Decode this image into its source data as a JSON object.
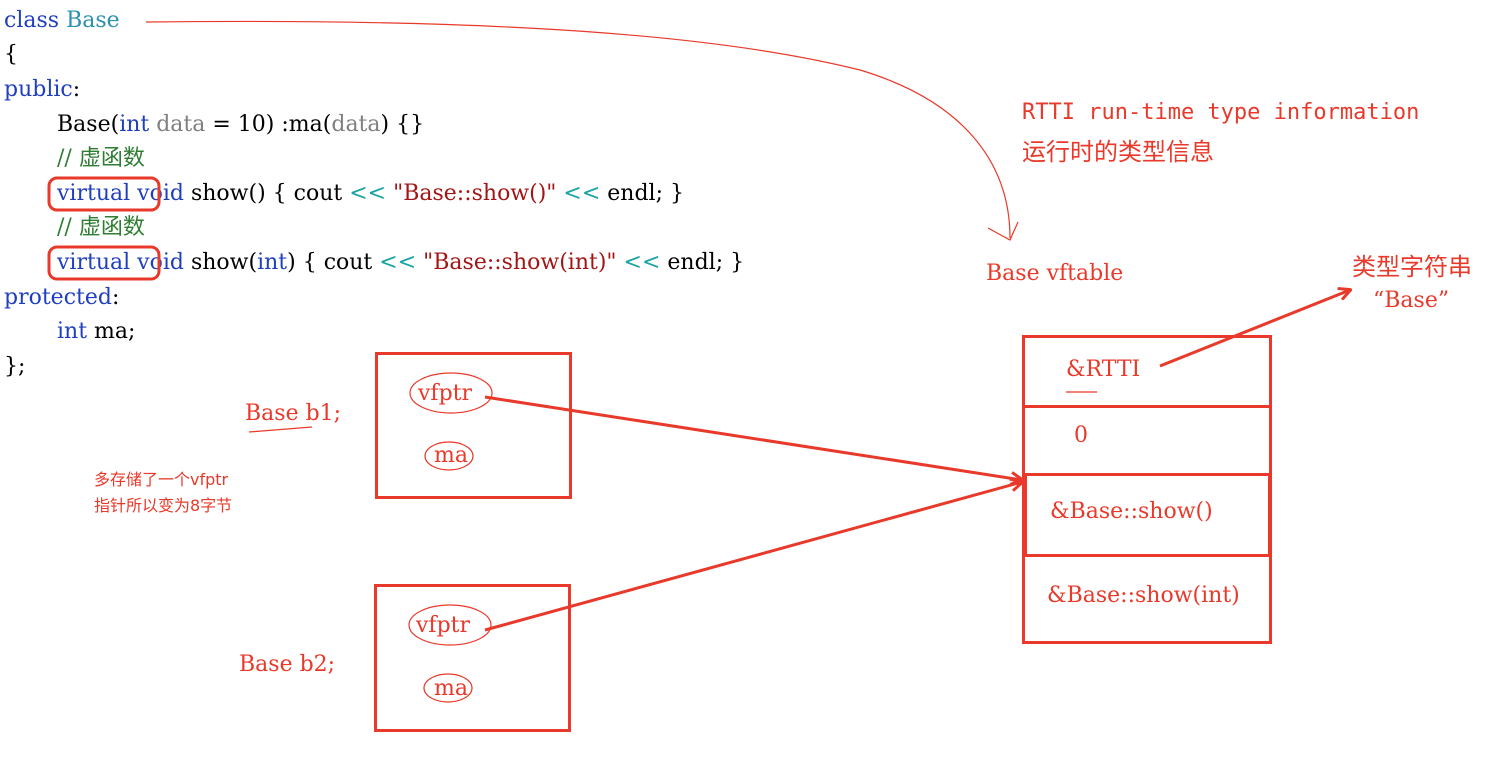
{
  "code": {
    "line1": {
      "kw": "class",
      "name": "Base"
    },
    "line2": "{",
    "line3": {
      "kw": "public",
      "rest": ":"
    },
    "line4": {
      "pre": "Base(",
      "type": "int",
      "param": " data",
      "mid": " = 10) :ma(",
      "arg": "data",
      "post": ") {}"
    },
    "line5": "// 虚函数",
    "line6": {
      "virt": "virtual",
      "type": " void",
      "fn": " show() { cout ",
      "op1": "<<",
      "str": " \"Base::show()\" ",
      "op2": "<<",
      "end": " endl; }"
    },
    "line7": "// 虚函数",
    "line8": {
      "virt": "virtual",
      "type": " void",
      "fn": " show(",
      "type2": "int",
      "fn2": ") { cout ",
      "op1": "<<",
      "str": " \"Base::show(int)\" ",
      "op2": "<<",
      "end": " endl; }"
    },
    "line9": {
      "kw": "protected",
      "rest": ":"
    },
    "line10": {
      "type": "int",
      "rest": " ma;"
    },
    "line11": "};"
  },
  "annotations": {
    "rtti_en": "RTTI run-time type information",
    "rtti_cn": "运行时的类型信息",
    "vftable_title": "Base vftable",
    "type_string_label": "类型字符串",
    "type_string_value": "“Base”",
    "note_line1": "多存储了一个vfptr",
    "note_line2": "指针所以变为8字节"
  },
  "objects": {
    "b1": {
      "label": "Base b1;",
      "vfptr": "vfptr",
      "ma": "ma"
    },
    "b2": {
      "label": "Base b2;",
      "vfptr": "vfptr",
      "ma": "ma"
    }
  },
  "vftable": {
    "rows": [
      "&RTTI",
      "0",
      "&Base::show()",
      "&Base::show(int)"
    ]
  },
  "colors": {
    "annotation": "#e8392a",
    "keyword": "#1f3fbf",
    "class_name": "#2b91af",
    "comment": "#2e7d32"
  }
}
